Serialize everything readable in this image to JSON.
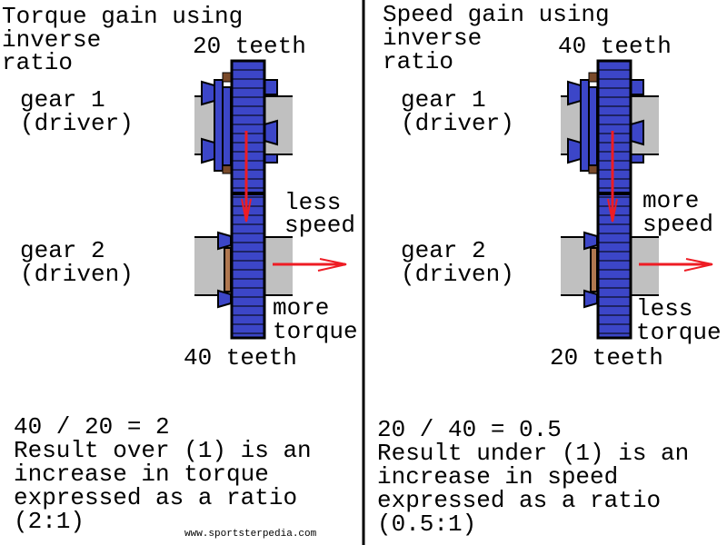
{
  "left": {
    "title": [
      "Torque gain using",
      "inverse",
      "ratio"
    ],
    "top_gear_teeth": "20 teeth",
    "gear1": [
      "gear 1",
      "(driver)"
    ],
    "gear2": [
      "gear 2",
      "(driven)"
    ],
    "effect1": [
      "less",
      "speed"
    ],
    "effect2": [
      "more",
      "torque"
    ],
    "bottom_gear_teeth": "40 teeth",
    "result": [
      "40 / 20 = 2",
      "Result over (1) is an",
      "increase in torque",
      "expressed as a ratio",
      "(2:1)"
    ]
  },
  "right": {
    "title": [
      "Speed gain using",
      "inverse",
      "ratio"
    ],
    "top_gear_teeth": "40 teeth",
    "gear1": [
      "gear 1",
      "(driver)"
    ],
    "gear2": [
      "gear 2",
      "(driven)"
    ],
    "effect1": [
      "more",
      "speed"
    ],
    "effect2": [
      "less",
      "torque"
    ],
    "bottom_gear_teeth": "20 teeth",
    "result": [
      "20 / 40 = 0.5",
      "Result under (1) is an",
      "increase in speed",
      "expressed as a ratio",
      "(0.5:1)"
    ]
  },
  "watermark": "www.sportsterpedia.com",
  "colors": {
    "gear": "#3c46c8",
    "shaft": "#c0c0c0",
    "spacer": "#7a4a2a",
    "arrow": "#ee1c24"
  }
}
